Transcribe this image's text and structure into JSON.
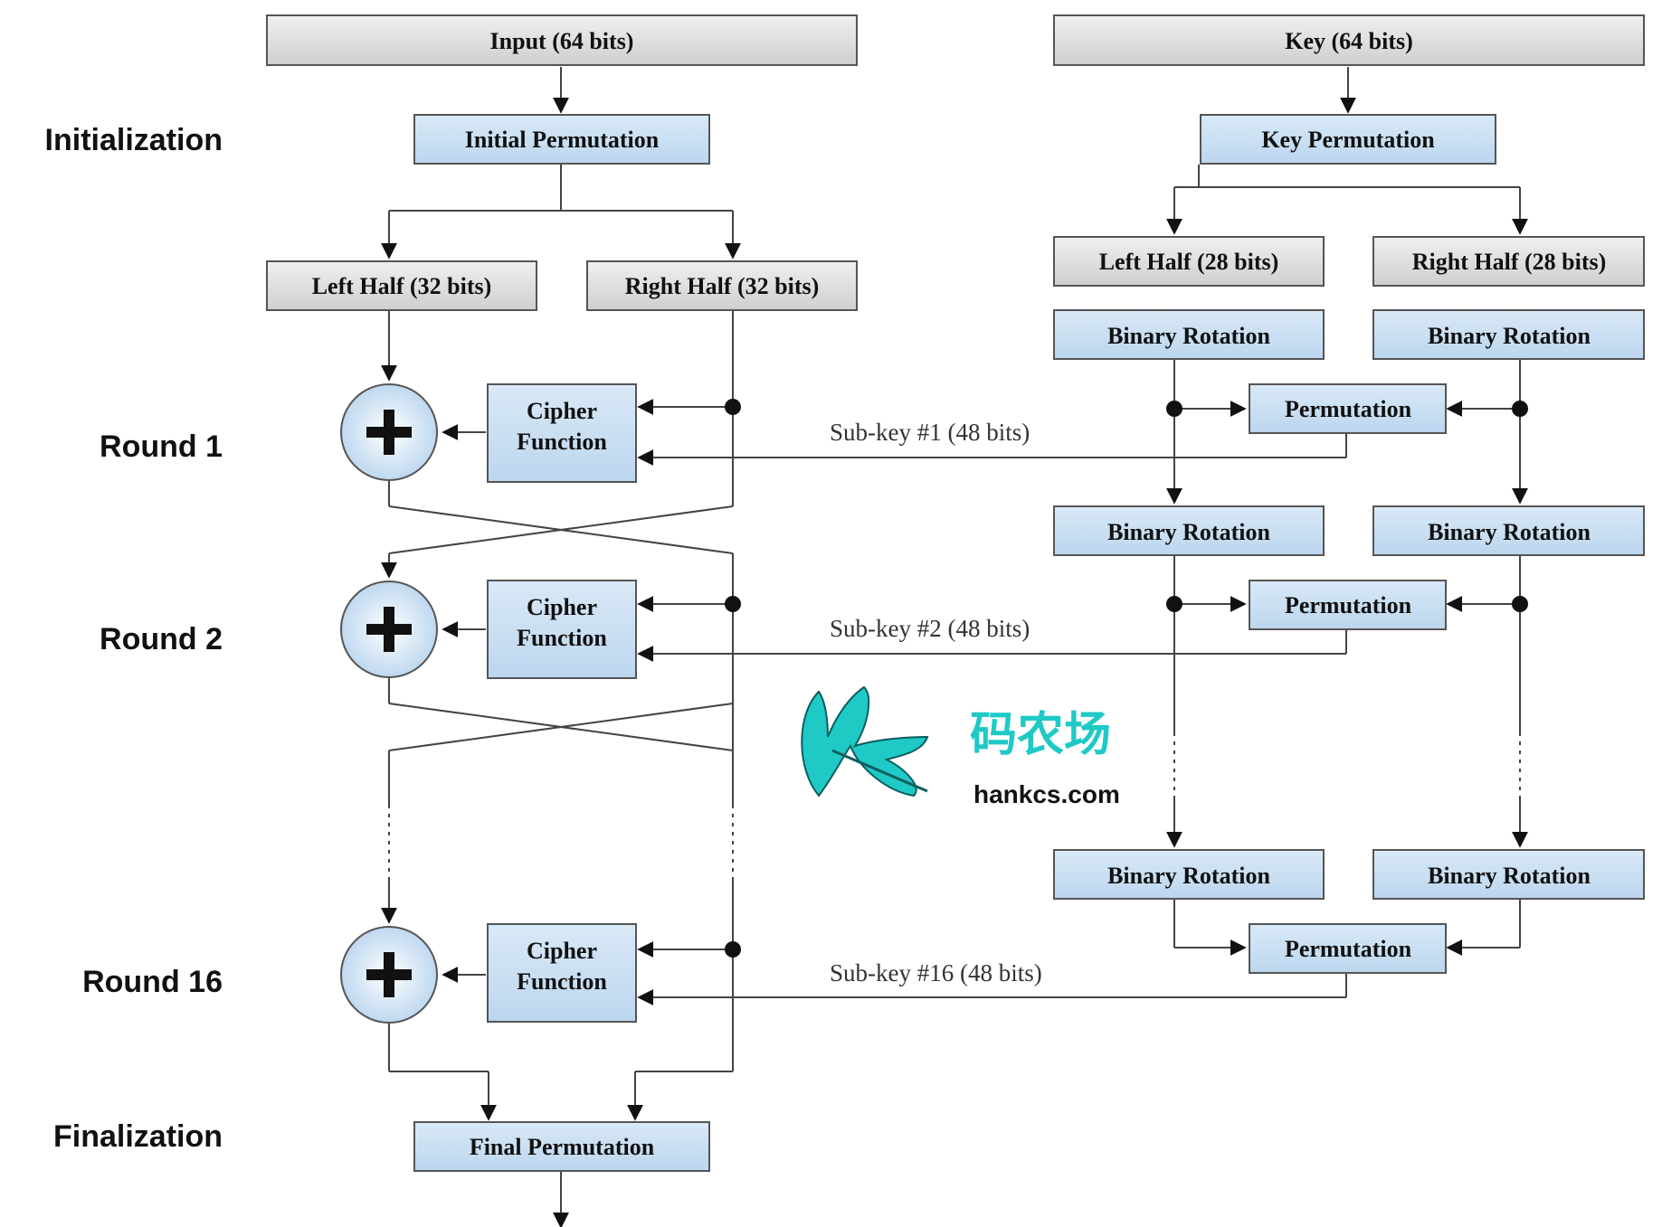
{
  "stages": {
    "initialization": "Initialization",
    "round1": "Round 1",
    "round2": "Round 2",
    "round16": "Round 16",
    "finalization": "Finalization"
  },
  "boxes": {
    "input": "Input (64 bits)",
    "key": "Key (64 bits)",
    "initial_permutation": "Initial Permutation",
    "key_permutation": "Key Permutation",
    "left_half_32": "Left Half (32 bits)",
    "right_half_32": "Right Half (32 bits)",
    "left_half_28": "Left Half (28 bits)",
    "right_half_28": "Right Half (28 bits)",
    "binary_rotation": "Binary Rotation",
    "permutation": "Permutation",
    "cipher_line1": "Cipher",
    "cipher_line2": "Function",
    "final_permutation": "Final Permutation"
  },
  "subkeys": {
    "k1": "Sub-key #1 (48 bits)",
    "k2": "Sub-key #2 (48 bits)",
    "k16": "Sub-key #16 (48 bits)"
  },
  "watermark": {
    "cn": "码农场",
    "en": "hankcs.com"
  },
  "colors": {
    "gray_box": "#d9d9d9",
    "blue_box": "#c6dcf0",
    "line": "#444444",
    "watermark": "#1fc9c6"
  }
}
